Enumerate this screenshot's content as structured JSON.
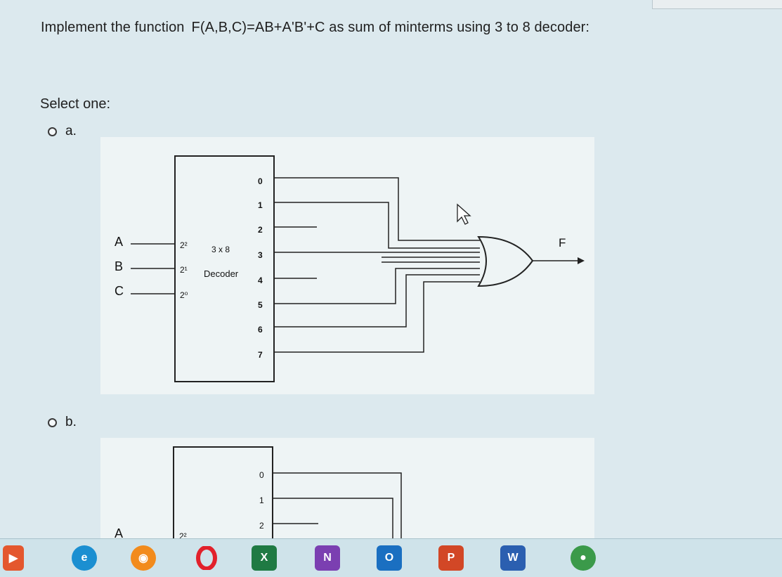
{
  "question": {
    "prefix": "Implement the function",
    "function": "F(A,B,C)=AB+A'B'+C as sum of minterms using 3 to 8 decoder:"
  },
  "select_label": "Select one:",
  "options": [
    {
      "label": "a."
    },
    {
      "label": "b."
    }
  ],
  "diagram_a": {
    "inputs": [
      "A",
      "B",
      "C"
    ],
    "weights": [
      "2²",
      "2¹",
      "2⁰"
    ],
    "decoder_size": "3 x 8",
    "decoder_label": "Decoder",
    "outputs": [
      "0",
      "1",
      "2",
      "3",
      "4",
      "5",
      "6",
      "7"
    ],
    "output_label": "F"
  },
  "diagram_b": {
    "inputs": [
      "A"
    ],
    "weights": [
      "2²"
    ],
    "outputs": [
      "0",
      "1",
      "2"
    ]
  },
  "taskbar": {
    "apps": [
      {
        "name": "media-player-icon",
        "color": "#e4572e"
      },
      {
        "name": "edge-icon",
        "color": "#1b8fd1"
      },
      {
        "name": "firefox-icon",
        "color": "#f28b1c"
      },
      {
        "name": "opera-icon",
        "color": "#e2212b"
      },
      {
        "name": "excel-icon",
        "color": "#1f7a43",
        "glyph": "X"
      },
      {
        "name": "onenote-icon",
        "color": "#7b3fb1",
        "glyph": "N"
      },
      {
        "name": "outlook-icon",
        "color": "#1a6fc1",
        "glyph": "O"
      },
      {
        "name": "powerpoint-icon",
        "color": "#d24726",
        "glyph": "P"
      },
      {
        "name": "word-icon",
        "color": "#2b5fb0",
        "glyph": "W"
      },
      {
        "name": "chrome-icon",
        "color": "#3b9a4a"
      }
    ]
  }
}
